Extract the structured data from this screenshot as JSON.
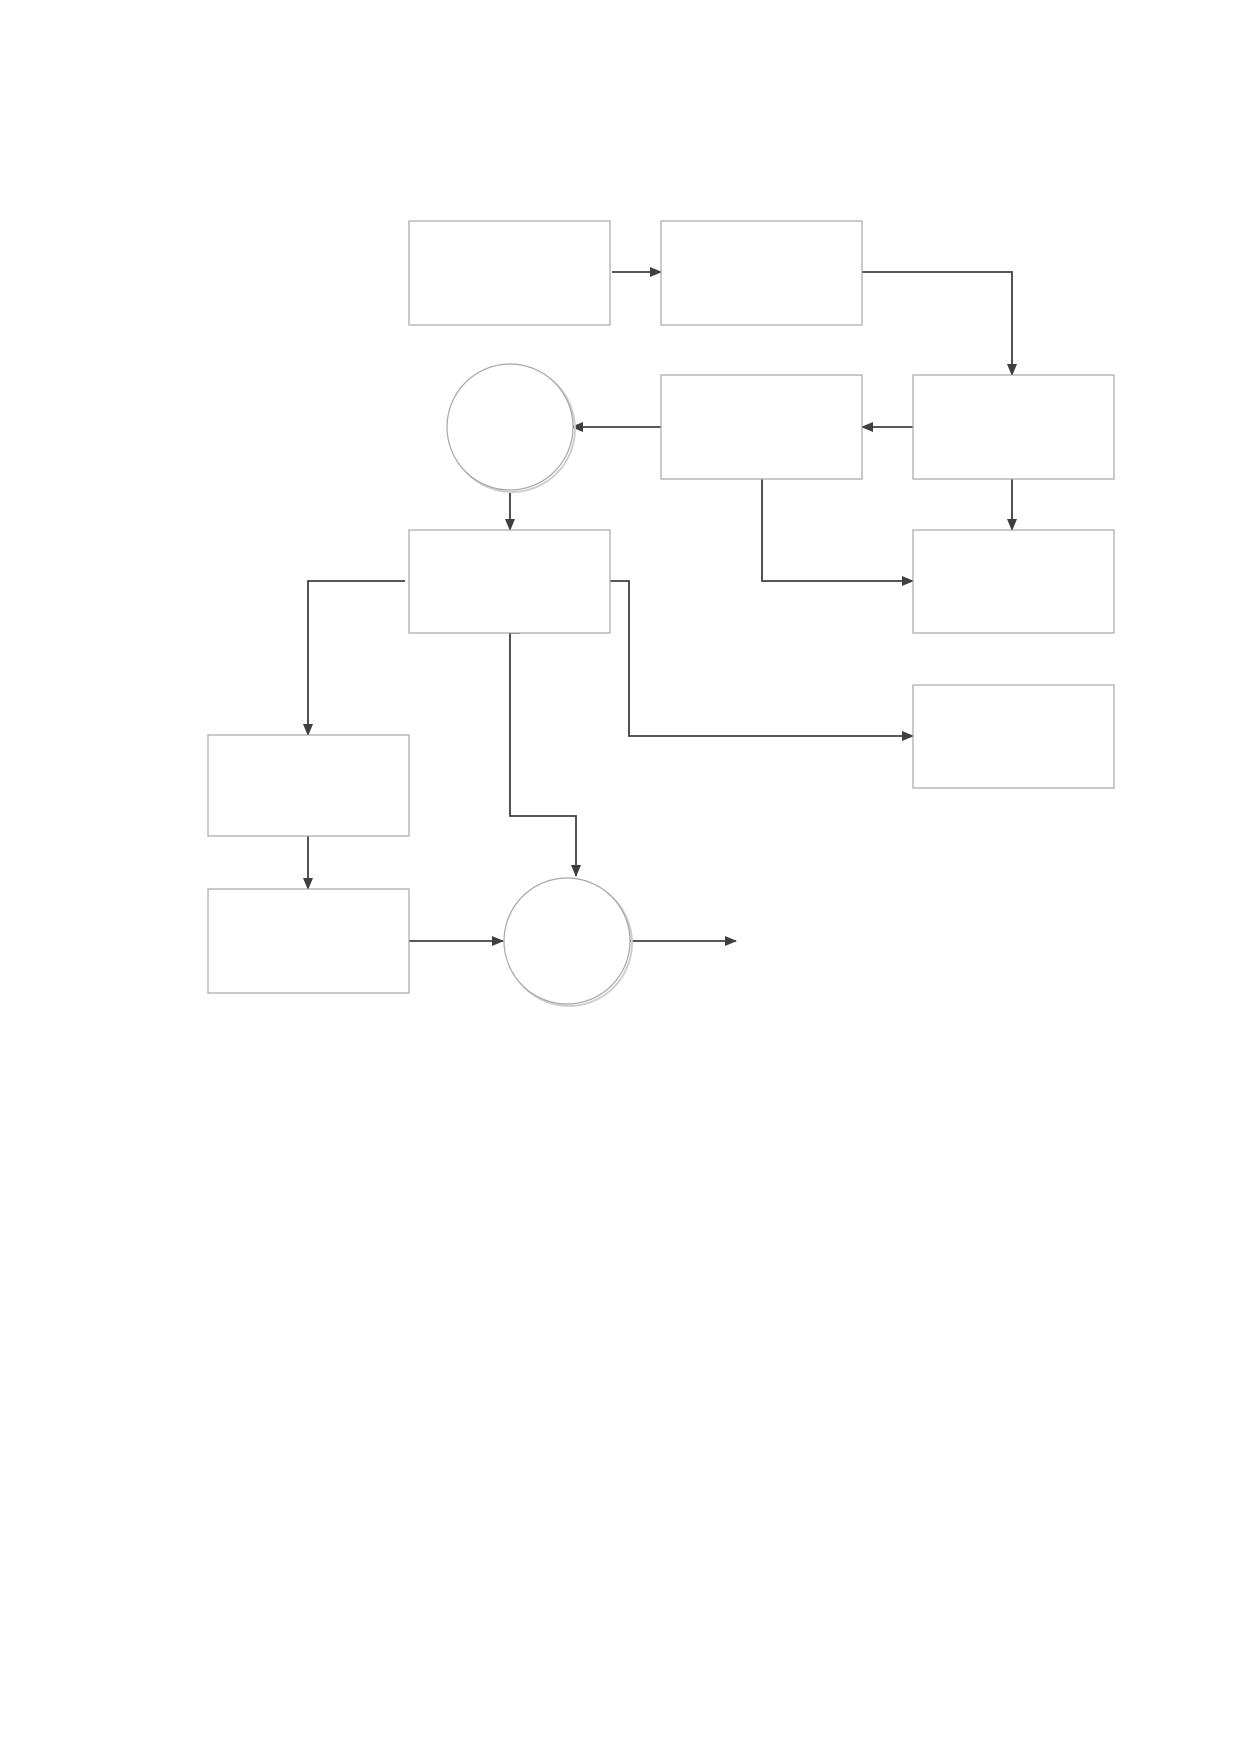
{
  "diagram": {
    "type": "flowchart",
    "colors": {
      "node_border": "#a6a6a6",
      "connector": "#3f3f3f",
      "background": "#ffffff"
    },
    "nodes": [
      {
        "id": "box-1",
        "shape": "rectangle",
        "label": ""
      },
      {
        "id": "box-2",
        "shape": "rectangle",
        "label": ""
      },
      {
        "id": "box-3",
        "shape": "rectangle",
        "label": ""
      },
      {
        "id": "box-4",
        "shape": "rectangle",
        "label": ""
      },
      {
        "id": "circle-1",
        "shape": "circle",
        "label": ""
      },
      {
        "id": "box-5",
        "shape": "rectangle",
        "label": ""
      },
      {
        "id": "box-6",
        "shape": "rectangle",
        "label": ""
      },
      {
        "id": "box-7",
        "shape": "rectangle",
        "label": ""
      },
      {
        "id": "box-8",
        "shape": "rectangle",
        "label": ""
      },
      {
        "id": "box-9",
        "shape": "rectangle",
        "label": ""
      },
      {
        "id": "circle-2",
        "shape": "circle",
        "label": ""
      }
    ],
    "edges": [
      {
        "from": "box-1",
        "to": "box-2"
      },
      {
        "from": "box-2",
        "to": "box-4"
      },
      {
        "from": "box-4",
        "to": "box-3"
      },
      {
        "from": "box-3",
        "to": "circle-1"
      },
      {
        "from": "box-3",
        "to": "box-6"
      },
      {
        "from": "box-4",
        "to": "box-6"
      },
      {
        "from": "circle-1",
        "to": "box-5"
      },
      {
        "from": "box-5",
        "to": "box-8"
      },
      {
        "from": "box-5",
        "to": "box-7"
      },
      {
        "from": "box-5",
        "to": "circle-2"
      },
      {
        "from": "box-8",
        "to": "box-9"
      },
      {
        "from": "box-9",
        "to": "circle-2"
      },
      {
        "from": "circle-2",
        "to": ""
      }
    ]
  }
}
